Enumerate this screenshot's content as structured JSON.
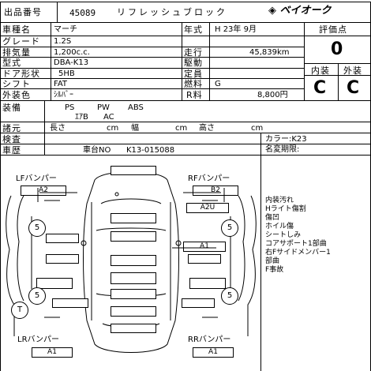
{
  "header": {
    "lot_label": "出品番号",
    "lot_number": "45089",
    "title": "リフレッシュブロック",
    "brand": "ベイオーク"
  },
  "vehicle": {
    "model_label": "車種名",
    "model": "マーチ",
    "grade_label": "グレード",
    "grade": "1.2S",
    "displacement_label": "排気量",
    "displacement": "1,200c.c.",
    "type_label": "型式",
    "type": "DBA-K13",
    "doors_label": "ドア形状",
    "doors": "5HB",
    "shift_label": "シフト",
    "shift": "FAT",
    "exterior_label": "外装色",
    "exterior": "ｼﾙﾊﾞｰ",
    "year_label": "年式",
    "year": "H 23年 9月",
    "mileage_label": "走行",
    "mileage": "45,839km",
    "drive_label": "駆動",
    "drive": "",
    "capacity_label": "定員",
    "capacity": "",
    "fuel_label": "燃料",
    "fuel": "G",
    "rfee_label": "R料",
    "rfee": "8,800円"
  },
  "grade_box": {
    "title": "評価点",
    "score": "0",
    "interior_label": "内装",
    "exterior_label": "外装",
    "interior": "C",
    "exterior": "C"
  },
  "equipment": {
    "label": "装備",
    "row1": [
      "PS",
      "PW",
      "ABS"
    ],
    "row2": [
      "ｴｱB",
      "AC"
    ]
  },
  "dimensions": {
    "label": "諸元",
    "length_label": "長さ",
    "length_unit": "cm",
    "width_label": "幅",
    "width_unit": "cm",
    "height_label": "高さ",
    "height_unit": "cm"
  },
  "inspection": {
    "label": "検査",
    "history_label": "車歴",
    "chassis_label": "車台NO",
    "chassis": "K13-015088",
    "color_code_label": "カラー:",
    "color_code": "K23",
    "name_change_label": "名変期限:"
  },
  "diagram": {
    "lf_label": "LFバンパー",
    "lf_code": "A2",
    "rf_label": "RFバンパー",
    "rf_code": "B2",
    "lr_label": "LRバンパー",
    "lr_code": "A1",
    "rr_label": "RRバンパー",
    "rr_code": "A1",
    "mark_a2u": "A2U",
    "mark_a1": "A1",
    "circle_5": "5",
    "circle_t": "T"
  },
  "notes": [
    "内装汚れ",
    "Hライト傷割",
    "傷凹",
    "ホイル傷",
    "シートしみ",
    "コアサポート1部曲",
    "右Fサイドメンバー1",
    "部曲",
    "F事故"
  ]
}
